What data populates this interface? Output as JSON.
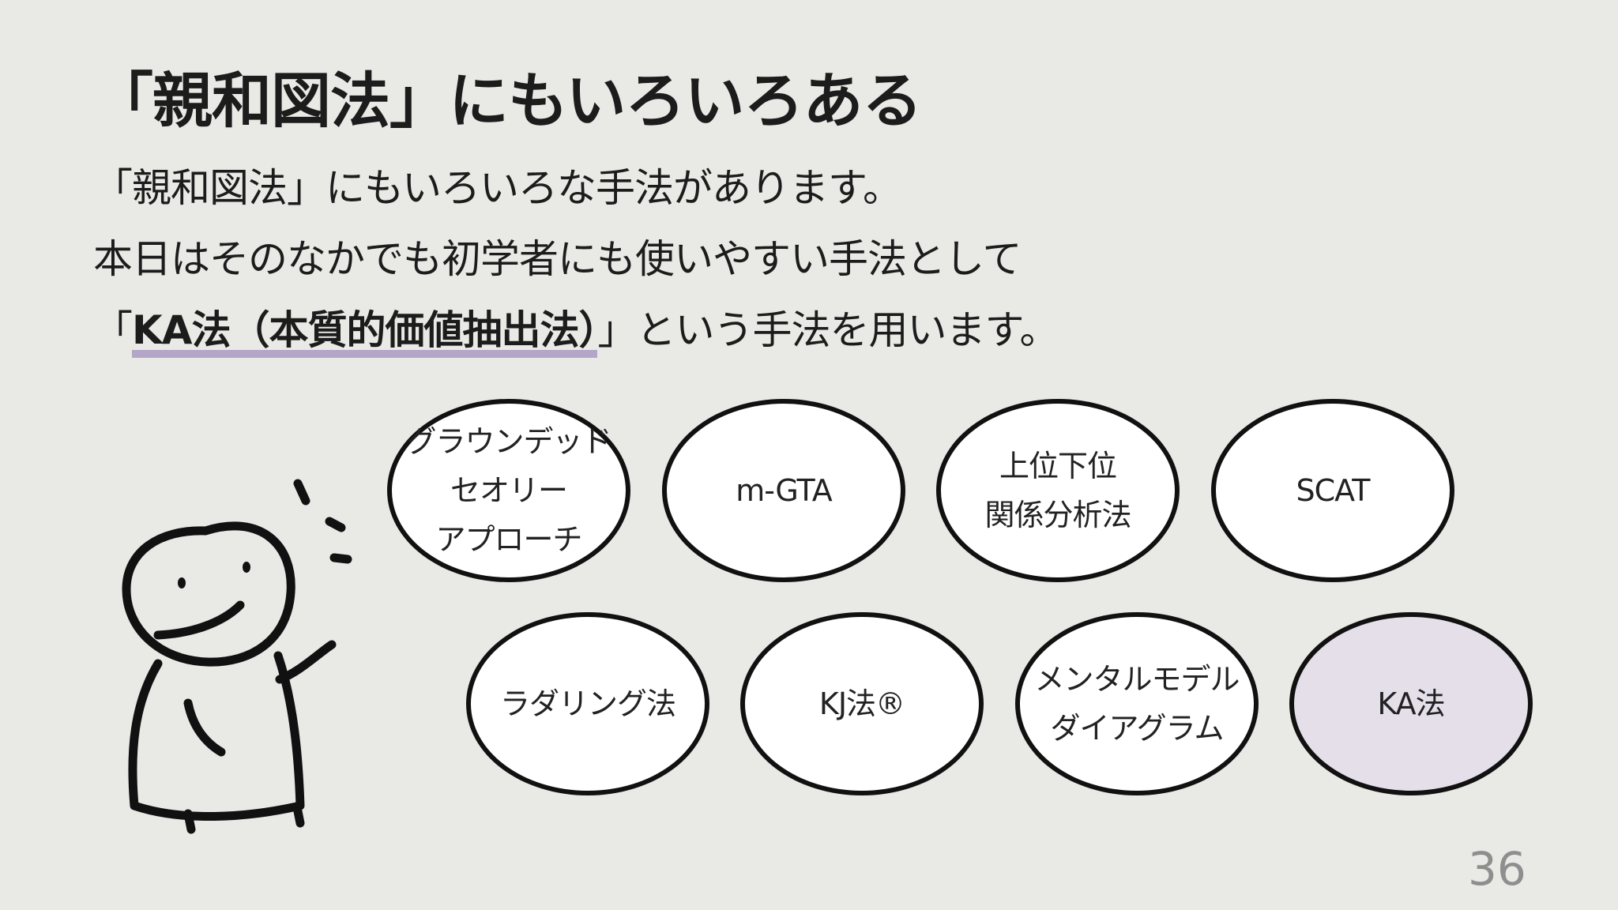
{
  "slide": {
    "title": "「親和図法」にもいろいろある",
    "lines": [
      "「親和図法」にもいろいろな手法があります。",
      "本日はそのなかでも初学者にも使いやすい手法として"
    ],
    "line3_open": "「",
    "line3_highlight": "KA法（本質的価値抽出法）",
    "line3_close": "」という手法を用います。",
    "page_number": "36"
  },
  "methods": [
    {
      "label": "グラウンデッド\nセオリー\nアプローチ"
    },
    {
      "label": "m-GTA"
    },
    {
      "label": "上位下位\n関係分析法"
    },
    {
      "label": "SCAT"
    },
    {
      "label": "ラダリング法"
    },
    {
      "label": "KJ法®"
    },
    {
      "label": "メンタルモデル\nダイアグラム"
    },
    {
      "label": "KA法"
    }
  ],
  "colors": {
    "background": "#e9e9e6",
    "highlight": "#b3a6c9",
    "featured_fill": "#e5dfea",
    "page_number": "#8e8e8e"
  },
  "icons": {
    "figure": "stick-figure-waving-icon"
  }
}
